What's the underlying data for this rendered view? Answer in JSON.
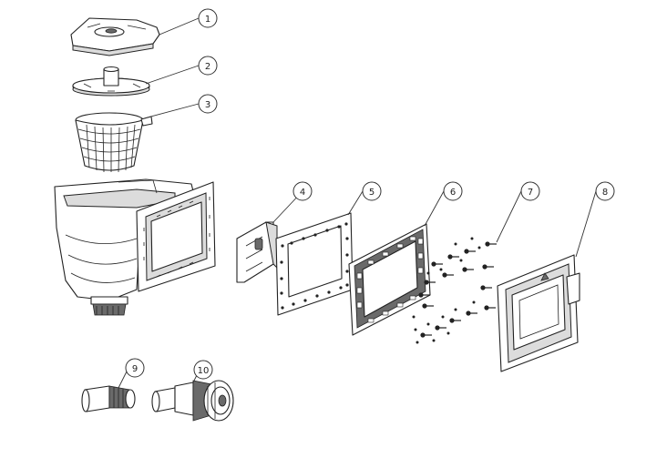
{
  "callouts": [
    {
      "label": "1"
    },
    {
      "label": "2"
    },
    {
      "label": "3"
    },
    {
      "label": "4"
    },
    {
      "label": "5"
    },
    {
      "label": "6"
    },
    {
      "label": "7"
    },
    {
      "label": "8"
    },
    {
      "label": "9"
    },
    {
      "label": "10"
    }
  ],
  "colors": {
    "line": "#222222",
    "background": "#ffffff",
    "shade": "#dcdcdc"
  }
}
